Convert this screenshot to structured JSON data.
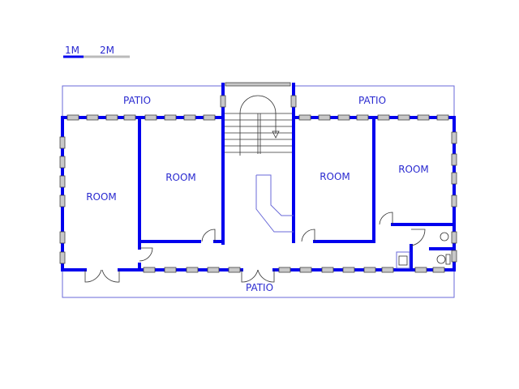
{
  "scale_bar": {
    "label_1": "1M",
    "label_2": "2M"
  },
  "labels": {
    "patio_top_left": "PATIO",
    "patio_top_right": "PATIO",
    "patio_bottom": "PATIO",
    "room_1": "ROOM",
    "room_2": "ROOM",
    "room_3": "ROOM",
    "room_4": "ROOM"
  },
  "colors": {
    "wall": "#0000ee",
    "label": "#2a2ad0",
    "outline": "#6a6ad8",
    "window": "#c8c8c8"
  }
}
